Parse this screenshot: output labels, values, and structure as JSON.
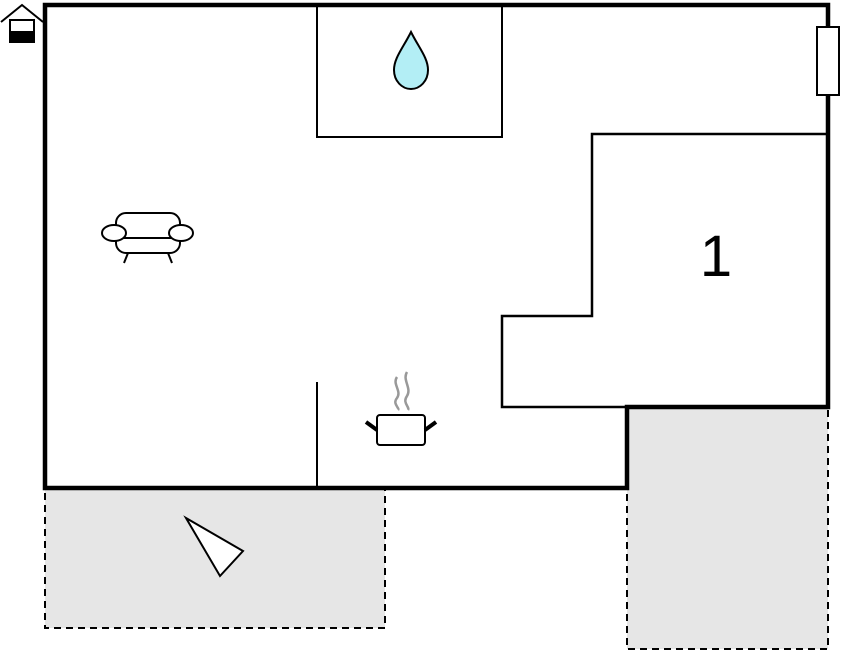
{
  "floorplan": {
    "rooms": [
      {
        "number": "1",
        "kind": "bedroom"
      }
    ],
    "icons": [
      {
        "name": "entrance-icon",
        "meaning": "entrance"
      },
      {
        "name": "water-drop-icon",
        "meaning": "bathroom"
      },
      {
        "name": "sofa-icon",
        "meaning": "living room"
      },
      {
        "name": "cooking-pot-icon",
        "meaning": "kitchen"
      },
      {
        "name": "compass-arrow-icon",
        "meaning": "orientation"
      },
      {
        "name": "radiator-icon",
        "meaning": "heating"
      }
    ],
    "colors": {
      "wall": "#000000",
      "outdoor_area": "#e6e6e6",
      "water": "#b3eef5",
      "steam": "#999999",
      "background": "#ffffff"
    }
  }
}
